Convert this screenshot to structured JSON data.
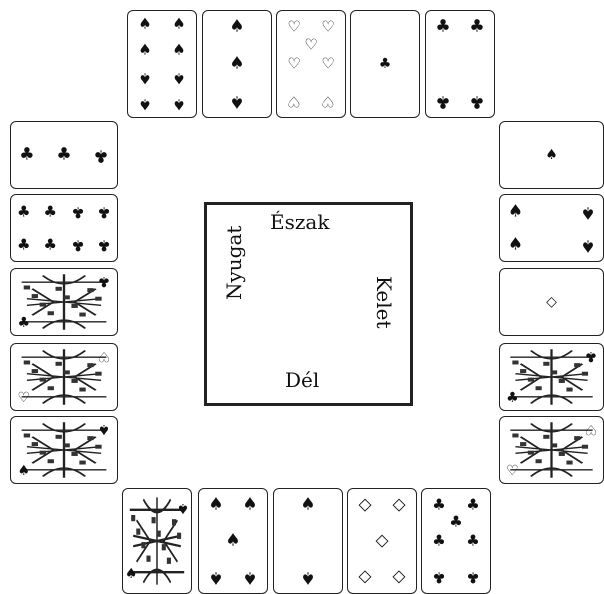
{
  "table": {
    "north": "Észak",
    "south": "Dél",
    "west": "Nyugat",
    "east": "Kelet"
  },
  "cards": [
    {
      "id": "n1",
      "group": "north",
      "type": "pips",
      "suit": "spade",
      "count": 8
    },
    {
      "id": "n2",
      "group": "north",
      "type": "pips",
      "suit": "spade",
      "count": 3
    },
    {
      "id": "n3",
      "group": "north",
      "type": "pips",
      "suit": "heart",
      "count": 7
    },
    {
      "id": "n4",
      "group": "north",
      "type": "pips",
      "suit": "club",
      "count": 1
    },
    {
      "id": "n5",
      "group": "north",
      "type": "pips",
      "suit": "club",
      "count": 4
    },
    {
      "id": "w1",
      "group": "west",
      "type": "pips",
      "suit": "club",
      "count": 3
    },
    {
      "id": "w2",
      "group": "west",
      "type": "pips",
      "suit": "club",
      "count": 8
    },
    {
      "id": "w3",
      "group": "west",
      "type": "face",
      "suit": "club"
    },
    {
      "id": "w4",
      "group": "west",
      "type": "face",
      "suit": "heart"
    },
    {
      "id": "w5",
      "group": "west",
      "type": "face",
      "suit": "spade"
    },
    {
      "id": "e1",
      "group": "east",
      "type": "pips",
      "suit": "spade",
      "count": 1
    },
    {
      "id": "e2",
      "group": "east",
      "type": "pips",
      "suit": "spade",
      "count": 4
    },
    {
      "id": "e3",
      "group": "east",
      "type": "pips",
      "suit": "diamond",
      "count": 1
    },
    {
      "id": "e4",
      "group": "east",
      "type": "face",
      "suit": "club"
    },
    {
      "id": "e5",
      "group": "east",
      "type": "face",
      "suit": "heart"
    },
    {
      "id": "s1",
      "group": "south",
      "type": "face",
      "suit": "spade"
    },
    {
      "id": "s2",
      "group": "south",
      "type": "pips",
      "suit": "spade",
      "count": 5
    },
    {
      "id": "s3",
      "group": "south",
      "type": "pips",
      "suit": "spade",
      "count": 2
    },
    {
      "id": "s4",
      "group": "south",
      "type": "pips",
      "suit": "diamond",
      "count": 5
    },
    {
      "id": "s5",
      "group": "south",
      "type": "pips",
      "suit": "club",
      "count": 7
    }
  ]
}
